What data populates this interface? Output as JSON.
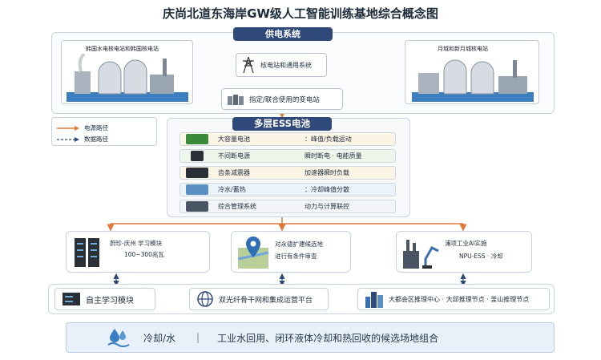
{
  "title": "庆尚北道东海岸GW级人工智能训练基地综合概念图",
  "power_supply": {
    "label": "供电系统",
    "left_plant": "韩国水电核电站和韩国核电站",
    "right_plant": "月城和新月城核电站",
    "nuclear_node": "核电站和通用系统",
    "substation": "指定/联合使用的变电站"
  },
  "legend": {
    "power": "电源路径",
    "data": "数据路径"
  },
  "ess": {
    "label": "多层ESS电池",
    "rows": [
      {
        "name": "大容量电池",
        "desc": "：峰值/负载运动",
        "icon": "battery-icon"
      },
      {
        "name": "不间断电源",
        "desc": "瞬时断电 · 电能质量",
        "icon": "ups-icon"
      },
      {
        "name": "齿条减震器",
        "desc": "加速器瞬时负载",
        "icon": "rack-icon"
      },
      {
        "name": "冷水/蓄热",
        "desc": "：冷却峰值分散",
        "icon": "chiller-icon"
      },
      {
        "name": "综合管理系统",
        "desc": "动力与计算联控",
        "icon": "monitor-icon"
      }
    ]
  },
  "sites": [
    {
      "line1": "蔚珍-庆州 学习模块",
      "line2": "100~300兆瓦",
      "icon": "server-icon"
    },
    {
      "line1": "对永德扩建候选地",
      "line2": "进行有条件审查",
      "icon": "map-pin-icon"
    },
    {
      "line1": "浦项工业AI实施",
      "line2": "NPU-ESS · 冷却",
      "icon": "factory-icon"
    }
  ],
  "bottom": {
    "learning": "自主学习模块",
    "backbone": "双光纤骨干网和集成运营平台",
    "inference": "大都会区推理中心 · 大邱推理节点 · 釜山推理节点"
  },
  "cooling": {
    "label": "冷却/水",
    "separator": "|",
    "desc": "工业水回用、闭环液体冷却和热回收的候选场地组合"
  },
  "colors": {
    "power_path": "#e0783a",
    "data_path": "#2f4a7a",
    "header": "#2f4a7a"
  }
}
